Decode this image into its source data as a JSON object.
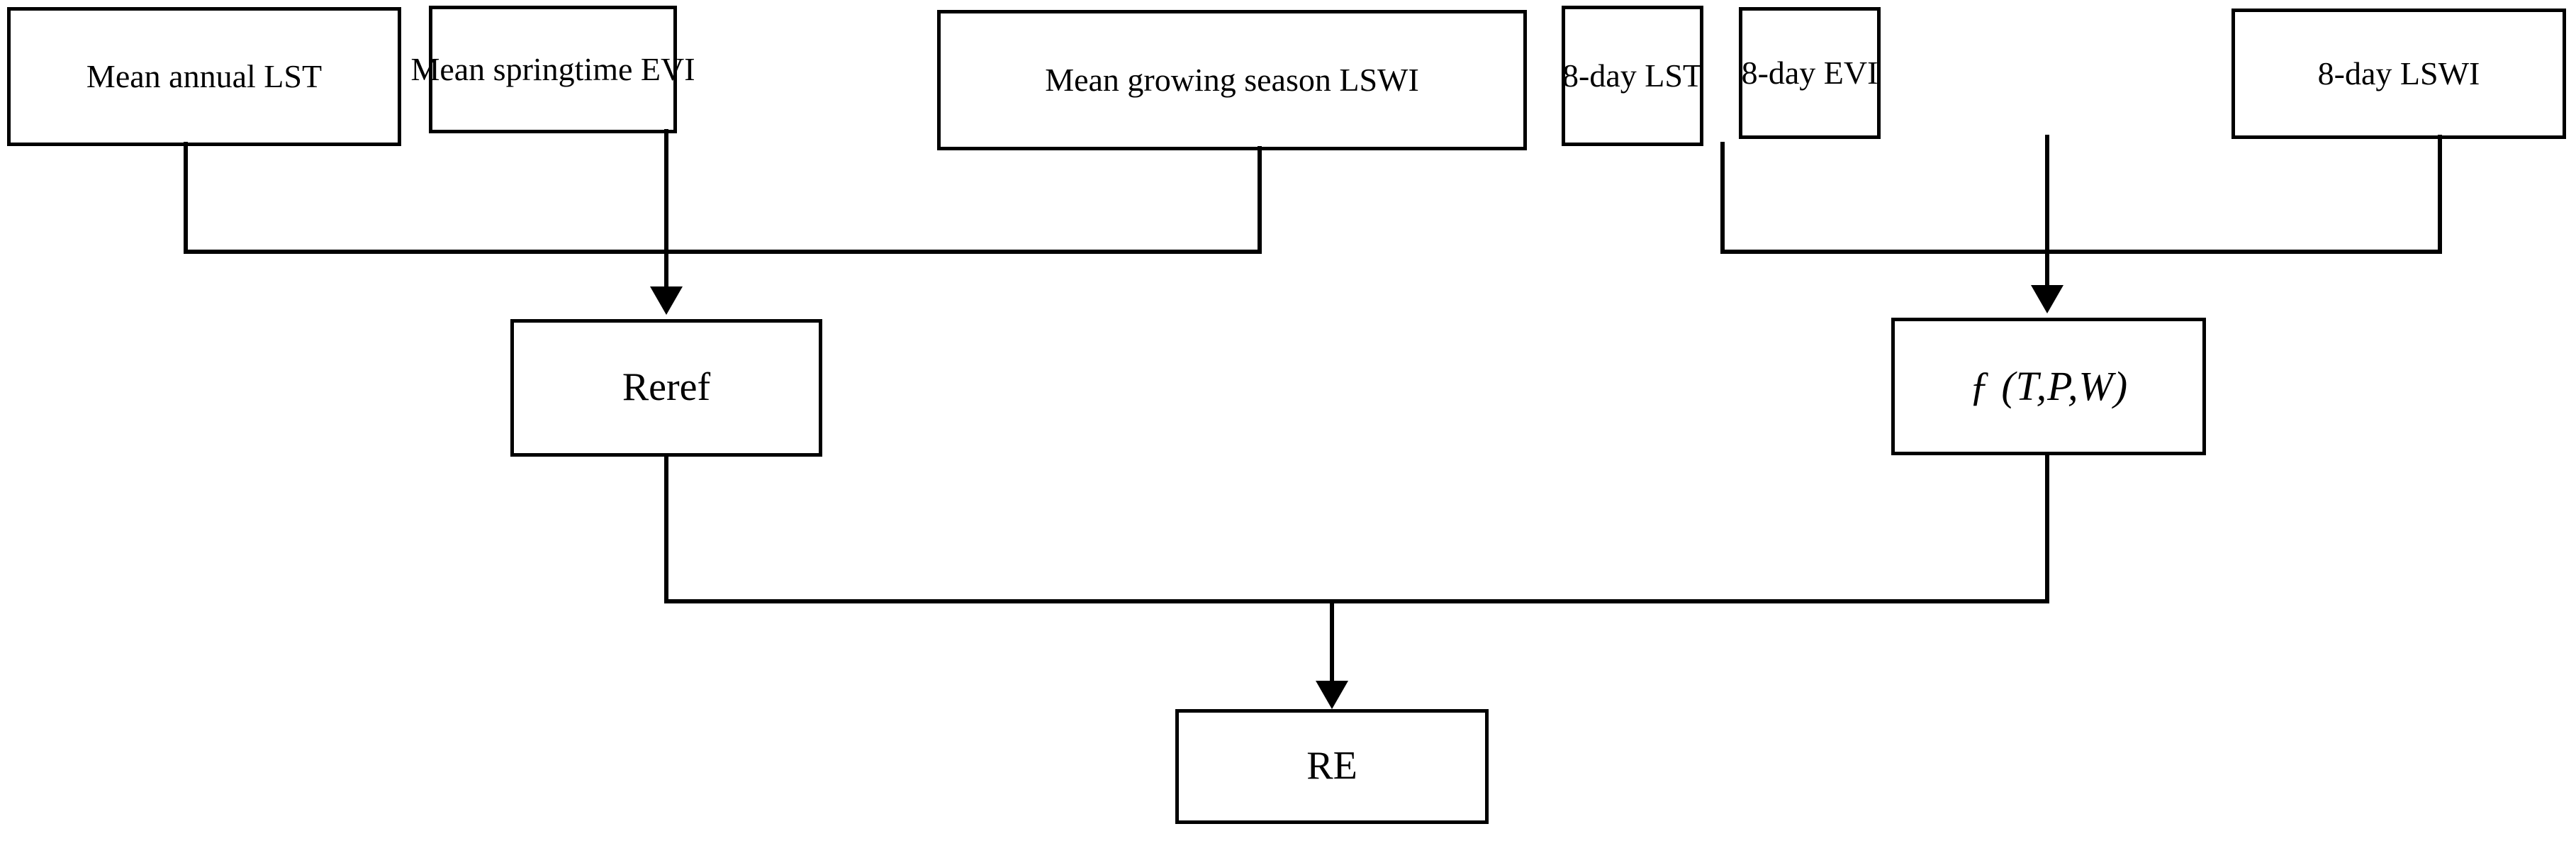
{
  "diagram": {
    "title": "Ecosystem respiration (RE) model flowchart",
    "background_color": "#ffffff",
    "line_color": "#000000",
    "inputs": [
      {
        "id": "mean-annual-lst",
        "label": "Mean annual LST"
      },
      {
        "id": "mean-springtime-evi",
        "label": "Mean springtime EVI"
      },
      {
        "id": "mean-growing-season-lswi",
        "label": "Mean growing season LSWI"
      },
      {
        "id": "eight-day-lst",
        "label": "8-day LST"
      },
      {
        "id": "eight-day-evi",
        "label": "8-day EVI"
      },
      {
        "id": "eight-day-lswi",
        "label": "8-day LSWI"
      }
    ],
    "intermediates": [
      {
        "id": "reref",
        "label": "Reref"
      },
      {
        "id": "f-t-p-w",
        "label": "ƒ (T,P,W)"
      }
    ],
    "output": {
      "id": "re",
      "label": "RE"
    },
    "connections": [
      {
        "from": "mean-annual-lst",
        "to": "reref"
      },
      {
        "from": "mean-springtime-evi",
        "to": "reref"
      },
      {
        "from": "mean-growing-season-lswi",
        "to": "reref"
      },
      {
        "from": "eight-day-lst",
        "to": "f-t-p-w"
      },
      {
        "from": "eight-day-evi",
        "to": "f-t-p-w"
      },
      {
        "from": "eight-day-lswi",
        "to": "f-t-p-w"
      },
      {
        "from": "reref",
        "to": "re"
      },
      {
        "from": "f-t-p-w",
        "to": "re"
      }
    ]
  }
}
